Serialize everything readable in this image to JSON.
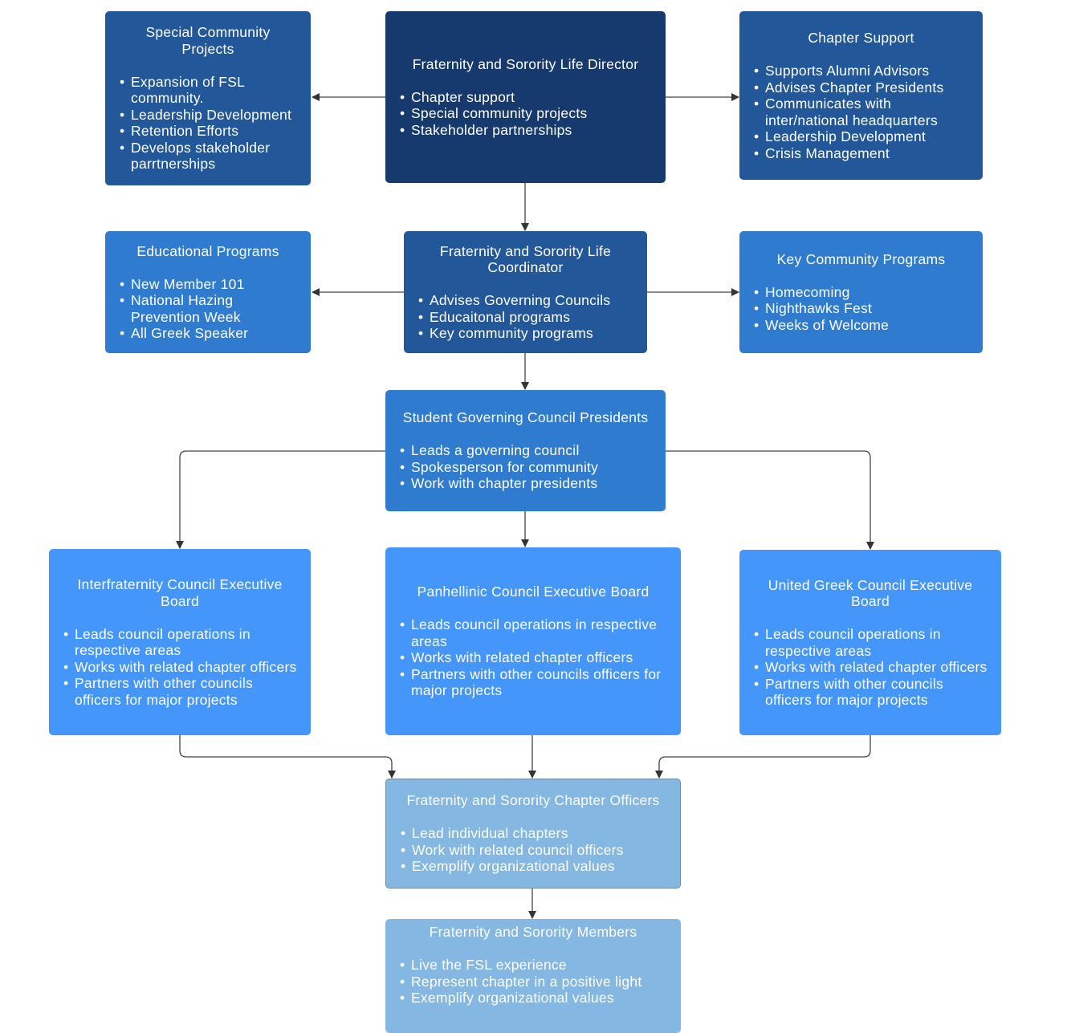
{
  "colors": {
    "director": "#163a6e",
    "tier2": "#22579a",
    "tier3": "#2e7bd0",
    "council": "#4596fa",
    "chapter": "#84b8e2",
    "connector": "#444444"
  },
  "nodes": {
    "special": {
      "title": "Special Community Projects",
      "items": [
        " Expansion of FSL community.",
        "Leadership Development",
        "Retention Efforts",
        "Develops stakeholder parrtnerships"
      ]
    },
    "director": {
      "title": "Fraternity and Sorority Life Director",
      "items": [
        "Chapter support",
        "Special community projects",
        "Stakeholder partnerships"
      ]
    },
    "chapter_support": {
      "title": "Chapter Support",
      "items": [
        "Supports Alumni Advisors",
        "Advises Chapter Presidents",
        "Communicates with inter/national headquarters",
        "Leadership Development",
        "Crisis Management"
      ]
    },
    "educational": {
      "title": "Educational Programs",
      "items": [
        "New Member 101",
        "National Hazing Prevention Week",
        "All Greek Speaker"
      ]
    },
    "coordinator": {
      "title": "Fraternity and Sorority Life Coordinator",
      "items": [
        "Advises Governing Councils",
        "Educaitonal programs",
        "Key community programs"
      ]
    },
    "key_programs": {
      "title": "Key Community Programs",
      "items": [
        "Homecoming",
        "Nighthawks Fest",
        "Weeks of Welcome"
      ]
    },
    "student_gov": {
      "title": "Student Governing Council Presidents",
      "items": [
        "Leads a governing council",
        "Spokesperson for community",
        "Work with chapter presidents"
      ]
    },
    "ifc": {
      "title": "Interfraternity Council Executive Board",
      "items": [
        "Leads council operations in respective areas",
        "Works with related chapter officers",
        "Partners with other councils officers for  major projects"
      ]
    },
    "panhellenic": {
      "title": "Panhellinic Council Executive Board",
      "items": [
        "Leads council operations in respective areas",
        "Works with related chapter officers",
        "Partners with other councils officers for  major projects"
      ]
    },
    "ugc": {
      "title": "United Greek Council Executive Board",
      "items": [
        "Leads council operations in respective areas",
        "Works with related chapter officers",
        "Partners with other councils officers for  major projects"
      ]
    },
    "officers": {
      "title": "Fraternity and Sorority Chapter Officers",
      "items": [
        "Lead individual chapters",
        "Work with related council officers",
        "Exemplify organizational values"
      ]
    },
    "members": {
      "title": "Fraternity and Sorority Members",
      "items": [
        "Live the FSL experience",
        "Represent chapter in a positive light",
        "Exemplify organizational values"
      ]
    }
  },
  "edges": [
    [
      "director",
      "special"
    ],
    [
      "director",
      "chapter_support"
    ],
    [
      "director",
      "coordinator"
    ],
    [
      "coordinator",
      "educational"
    ],
    [
      "coordinator",
      "key_programs"
    ],
    [
      "coordinator",
      "student_gov"
    ],
    [
      "student_gov",
      "ifc"
    ],
    [
      "student_gov",
      "panhellenic"
    ],
    [
      "student_gov",
      "ugc"
    ],
    [
      "ifc",
      "officers"
    ],
    [
      "panhellenic",
      "officers"
    ],
    [
      "ugc",
      "officers"
    ],
    [
      "officers",
      "members"
    ]
  ]
}
